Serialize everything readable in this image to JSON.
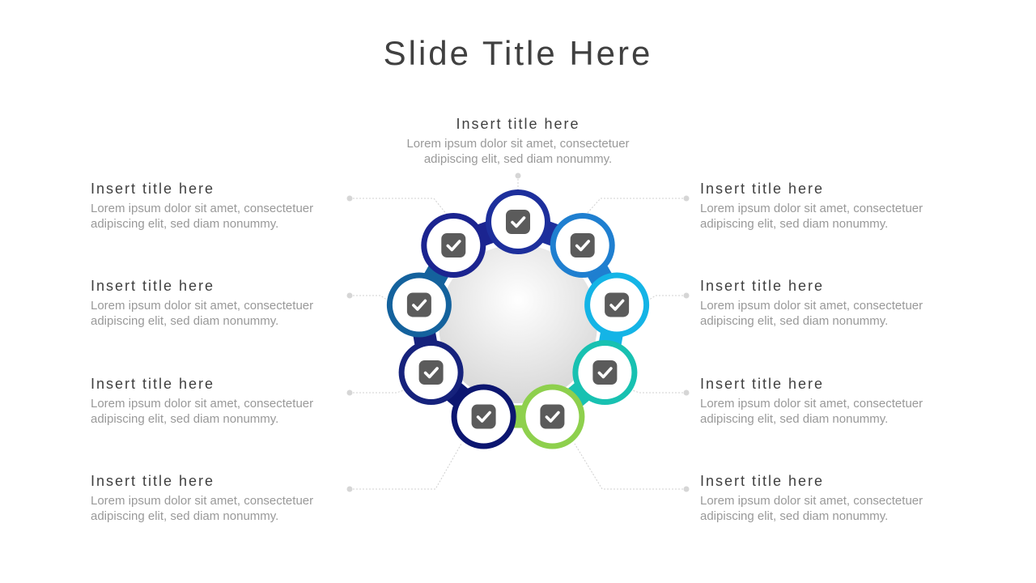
{
  "slide": {
    "title": "Slide Title Here"
  },
  "items": [
    {
      "title": "Insert title here",
      "line1": "Lorem ipsum dolor sit amet, consectetuer",
      "line2": "adipiscing elit, sed diam nonummy."
    },
    {
      "title": "Insert title here",
      "line1": "Lorem ipsum dolor sit amet, consectetuer",
      "line2": "adipiscing elit, sed diam nonummy."
    },
    {
      "title": "Insert title here",
      "line1": "Lorem ipsum dolor sit amet, consectetuer",
      "line2": "adipiscing elit, sed diam nonummy."
    },
    {
      "title": "Insert title here",
      "line1": "Lorem ipsum dolor sit amet, consectetuer",
      "line2": "adipiscing elit, sed diam nonummy."
    },
    {
      "title": "Insert title here",
      "line1": "Lorem ipsum dolor sit amet, consectetuer",
      "line2": "adipiscing elit, sed diam nonummy."
    },
    {
      "title": "Insert title here",
      "line1": "Lorem ipsum dolor sit amet, consectetuer",
      "line2": "adipiscing elit, sed diam nonummy."
    },
    {
      "title": "Insert title here",
      "line1": "Lorem ipsum dolor sit amet, consectetuer",
      "line2": "adipiscing elit, sed diam nonummy."
    },
    {
      "title": "Insert title here",
      "line1": "Lorem ipsum dolor sit amet, consectetuer",
      "line2": "adipiscing elit, sed diam nonummy."
    },
    {
      "title": "Insert title here",
      "line1": "Lorem ipsum dolor sit amet, consectetuer",
      "line2": "adipiscing elit, sed diam nonummy."
    }
  ],
  "nodes": [
    {
      "icon": "check-icon",
      "color": "#1d2f9c"
    },
    {
      "icon": "check-icon",
      "color": "#1f7fd0"
    },
    {
      "icon": "check-icon",
      "color": "#14b4e6"
    },
    {
      "icon": "check-icon",
      "color": "#18c1b1"
    },
    {
      "icon": "check-icon",
      "color": "#8ed04d"
    },
    {
      "icon": "check-icon",
      "color": "#0c1670"
    },
    {
      "icon": "check-icon",
      "color": "#16227c"
    },
    {
      "icon": "check-icon",
      "color": "#14629d"
    },
    {
      "icon": "check-icon",
      "color": "#1b2490"
    }
  ]
}
